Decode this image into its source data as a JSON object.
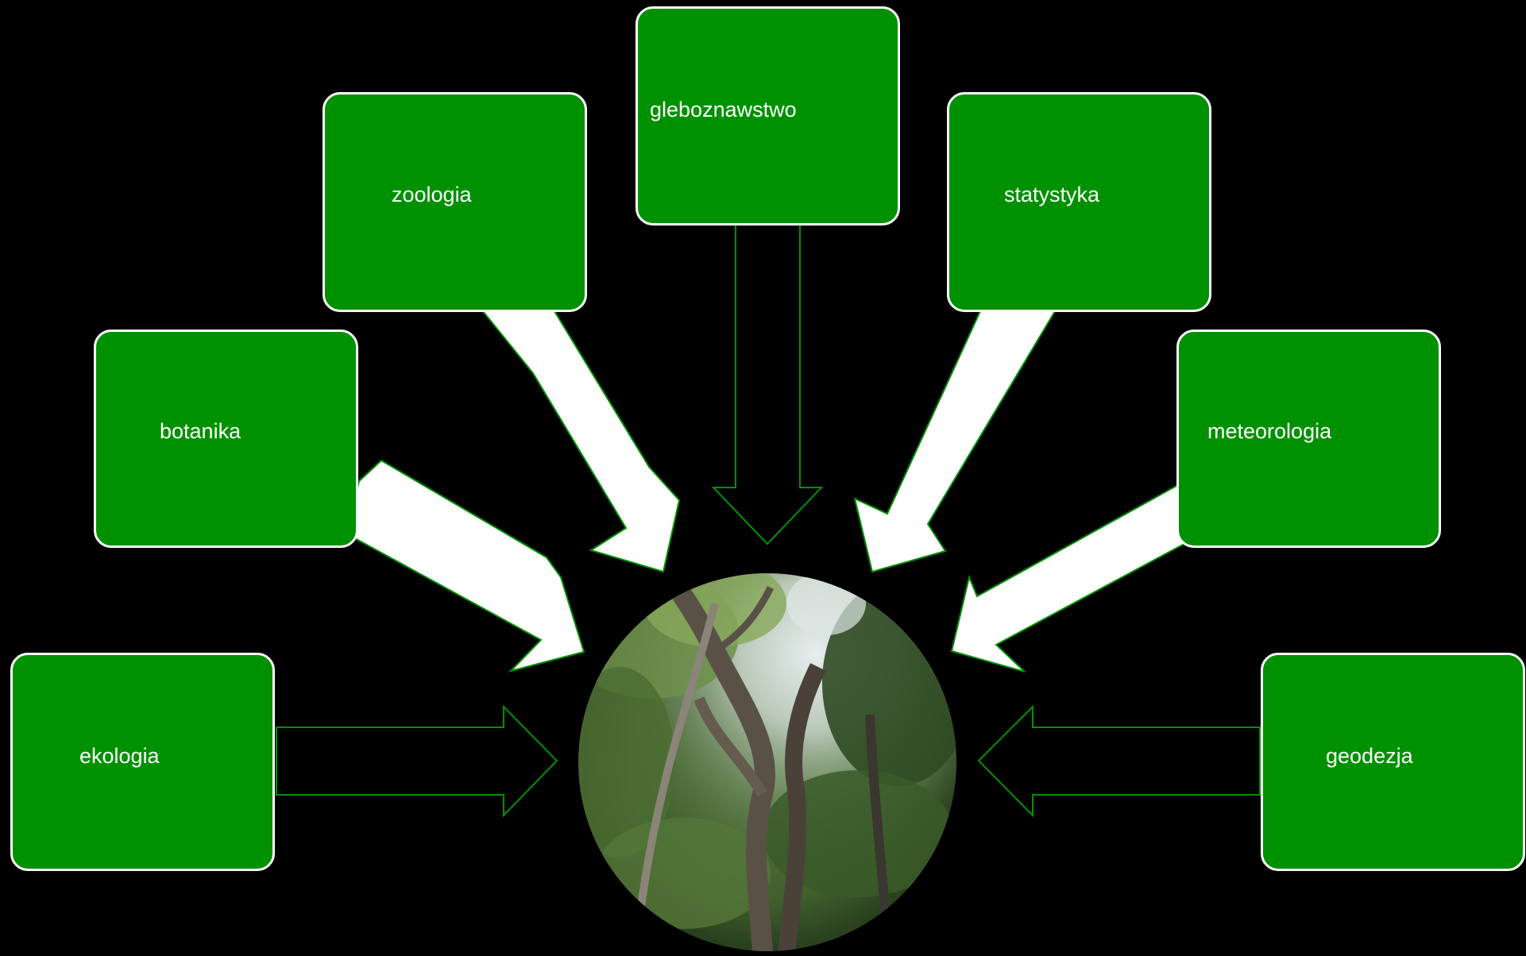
{
  "colors": {
    "background": "#000000",
    "box_fill": "#009100",
    "box_border": "#ffffff",
    "arrow_solid": "#ffffff",
    "arrow_outline": "#009100"
  },
  "center": {
    "image_alt": "forest canopy photo (looking up at trees)"
  },
  "disciplines": {
    "gleboznawstwo": "gleboznawstwo",
    "zoologia": "zoologia",
    "statystyka": "statystyka",
    "botanika": "botanika",
    "meteorologia": "meteorologia",
    "ekologia": "ekologia",
    "geodezja": "geodezja"
  }
}
